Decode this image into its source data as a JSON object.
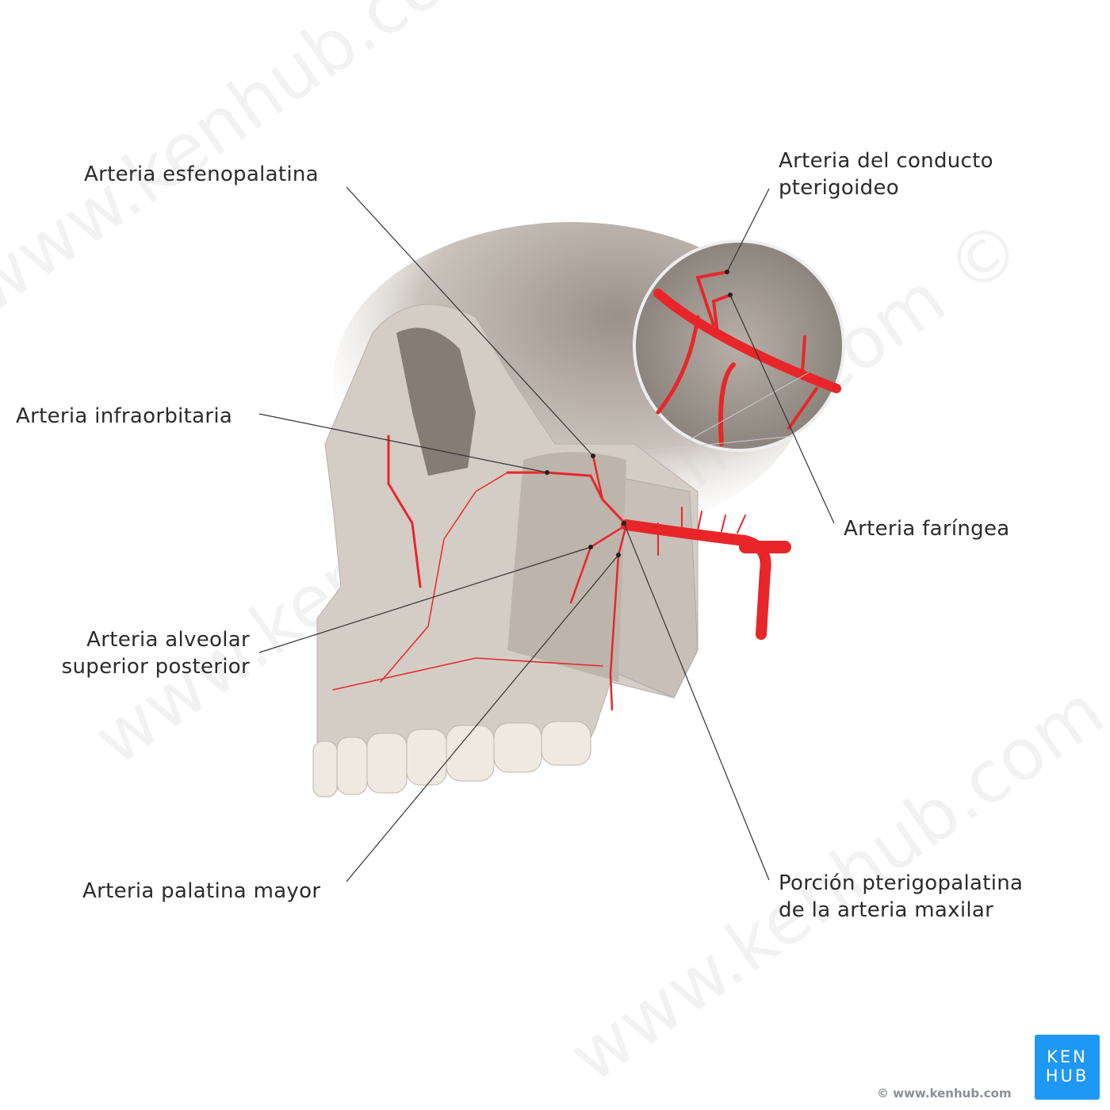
{
  "labels": {
    "esfenopalatina": "Arteria esfenopalatina",
    "conducto_line1": "Arteria del conducto",
    "conducto_line2": "pterigoideo",
    "infraorbitaria": "Arteria infraorbitaria",
    "faringea": "Arteria faríngea",
    "alveolar_line1": "Arteria alveolar",
    "alveolar_line2": "superior posterior",
    "palatina": "Arteria palatina mayor",
    "porcion_line1": "Porción pterigopalatina",
    "porcion_line2": "de la arteria maxilar"
  },
  "watermark": "www.kenhub.com ©",
  "logo": {
    "line1": "KEN",
    "line2": "HUB",
    "color": "#1e98f5"
  },
  "copyright": "© www.kenhub.com",
  "colors": {
    "artery": "#e8262a",
    "bone": "#d8d2cb",
    "leader": "#333333"
  }
}
